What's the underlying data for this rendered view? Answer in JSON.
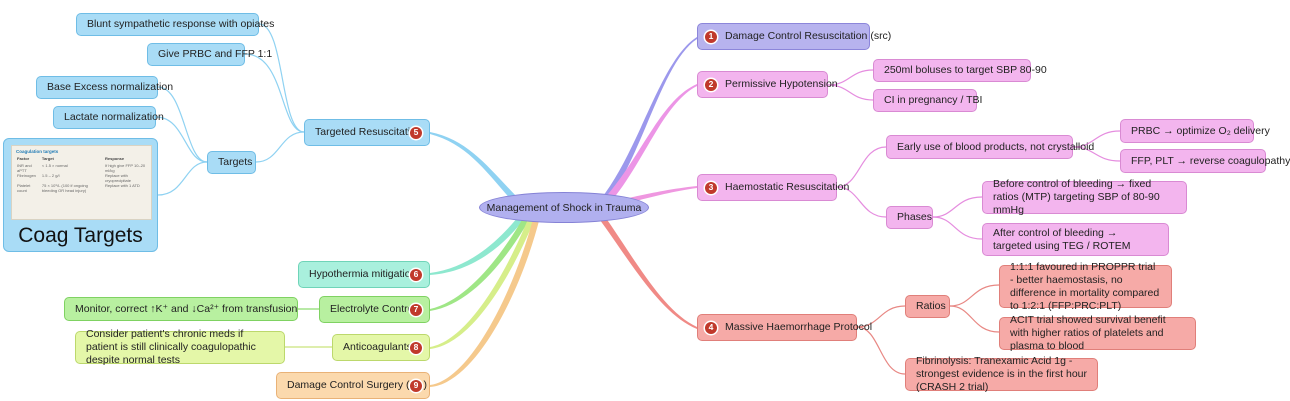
{
  "root": {
    "label": "Management of Shock in Trauma"
  },
  "branches": {
    "dcr": {
      "num": "1",
      "label": "Damage Control Resuscitation (src)"
    },
    "hypo": {
      "num": "2",
      "label": "Permissive Hypotension",
      "children": [
        "250ml boluses to target SBP 80-90",
        "CI in pregnancy / TBI"
      ]
    },
    "haemo": {
      "num": "3",
      "label": "Haemostatic Resuscitation",
      "early": "Early use of blood products, not crystalloid",
      "early_children": [
        "PRBC → optimize O₂ delivery",
        "FFP, PLT → reverse coagulopathy"
      ],
      "phases": "Phases",
      "phase_children": [
        "Before control of bleeding → fixed ratios (MTP) targeting SBP of 80-90 mmHg",
        "After control of bleeding → targeted using TEG / ROTEM"
      ]
    },
    "mhp": {
      "num": "4",
      "label": "Massive Haemorrhage Protocol",
      "ratios": "Ratios",
      "ratio_children": [
        "1:1:1 favoured in PROPPR trial - better haemostasis, no difference in mortality compared to 1:2:1 (FFP:PRC:PLT)",
        "ACIT trial showed survival benefit with higher ratios of platelets and plasma to blood"
      ],
      "fibrinolysis": "Fibrinolysis: Tranexamic Acid 1g - strongest evidence is in the first hour (CRASH 2 trial)"
    },
    "targeted": {
      "num": "5",
      "label": "Targeted Resuscitation",
      "children": [
        "Blunt sympathetic response with opiates",
        "Give PRBC and FFP 1:1"
      ],
      "targets": "Targets",
      "target_children": [
        "Base Excess normalization",
        "Lactate normalization"
      ],
      "coag": {
        "label": "Coag Targets",
        "image_title": "Coagulation targets",
        "headers": [
          "Factor",
          "Target",
          "Response"
        ],
        "rows": [
          [
            "INR and aPTT",
            "< 1.5 × normal",
            "If high give FFP 10–20 ml/kg"
          ],
          [
            "Fibrinogen",
            "1.5 – 2 g/l",
            "Replace with cryoprecipitate"
          ],
          [
            "Platelet count",
            "75 × 10⁹/L (100 if ongoing bleeding OR head injury)",
            "Replace with 1 ATD"
          ]
        ]
      }
    },
    "hypothermia": {
      "num": "6",
      "label": "Hypothermia mitigation"
    },
    "electrolyte": {
      "num": "7",
      "label": "Electrolyte Control",
      "child": "Monitor, correct ↑K⁺ and ↓Ca²⁺ from transfusion"
    },
    "anticoag": {
      "num": "8",
      "label": "Anticoagulants",
      "child": "Consider patient's chronic meds if patient is still clinically coagulopathic despite normal tests"
    },
    "dcs": {
      "num": "9",
      "label": "Damage Control Surgery (src)"
    }
  },
  "colors": {
    "blue": "#a9dcf6",
    "purple": "#b7b3ee",
    "pink": "#f3b5ee",
    "red": "#f6aaa7",
    "teal": "#a9f0dd",
    "green": "#b8f0a0",
    "lime": "#e4f7a8",
    "orange": "#fbd9ad",
    "badge": "#c0392b"
  }
}
